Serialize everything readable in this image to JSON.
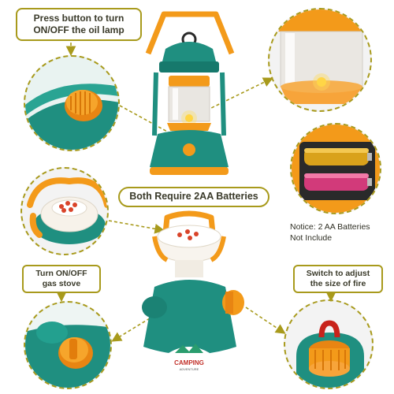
{
  "callouts": {
    "lamp_switch": "Press button to turn\nON/OFF the oil lamp",
    "batteries": "Both Require 2AA Batteries",
    "notice": "Notice: 2 AA Batteries\nNot Include",
    "stove_switch": "Turn ON/OFF\ngas stove",
    "fire_switch": "Switch to adjust\nthe size of fire"
  },
  "stove_badge": "CAMPING",
  "stove_badge_sub": "ADVENTURE",
  "colors": {
    "teal": "#1f8f80",
    "orange": "#f39a1a",
    "olive_border": "#a89a1c",
    "battery_gold": "#d9a21b",
    "battery_pink": "#d23a7a"
  }
}
